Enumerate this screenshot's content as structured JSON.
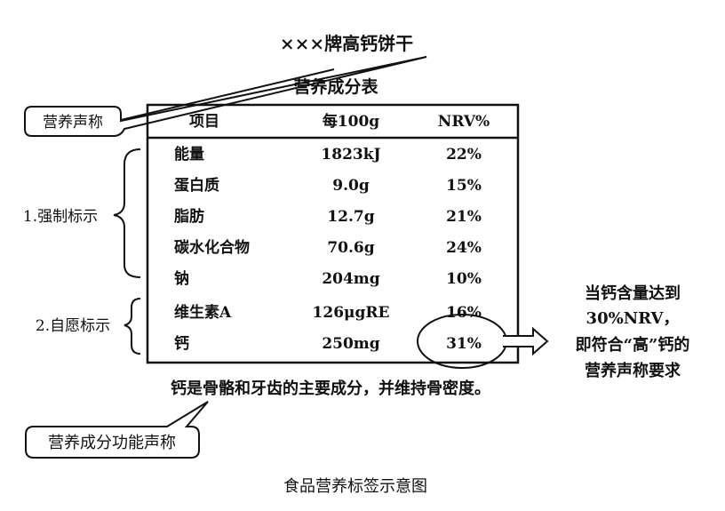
{
  "product_name": "×××牌高钙饼干",
  "table": {
    "title": "营养成分表",
    "headers": [
      "项目",
      "每100g",
      "NRV%"
    ],
    "rows": [
      {
        "item": "能量",
        "per100g": "1823kJ",
        "nrv": "22%"
      },
      {
        "item": "蛋白质",
        "per100g": "9.0g",
        "nrv": "15%"
      },
      {
        "item": "脂肪",
        "per100g": "12.7g",
        "nrv": "21%"
      },
      {
        "item": "碳水化合物",
        "per100g": "70.6g",
        "nrv": "24%"
      },
      {
        "item": "钠",
        "per100g": "204mg",
        "nrv": "10%"
      },
      {
        "item": "维生素A",
        "per100g": "126μgRE",
        "nrv": "16%"
      },
      {
        "item": "钙",
        "per100g": "250mg",
        "nrv": "31%"
      }
    ]
  },
  "labels": {
    "nutrition_claim": "营养声称",
    "mandatory": "1.强制标示",
    "voluntary": "2.自愿标示",
    "function_claim": "营养成分功能声称",
    "function_text": "钙是骨骼和牙齿的主要成分，并维持骨密度。",
    "note_lines": [
      "当钙含量达到",
      "30%NRV，",
      "即符合“高”钙的",
      "营养声称要求"
    ]
  },
  "caption": "食品营养标签示意图"
}
